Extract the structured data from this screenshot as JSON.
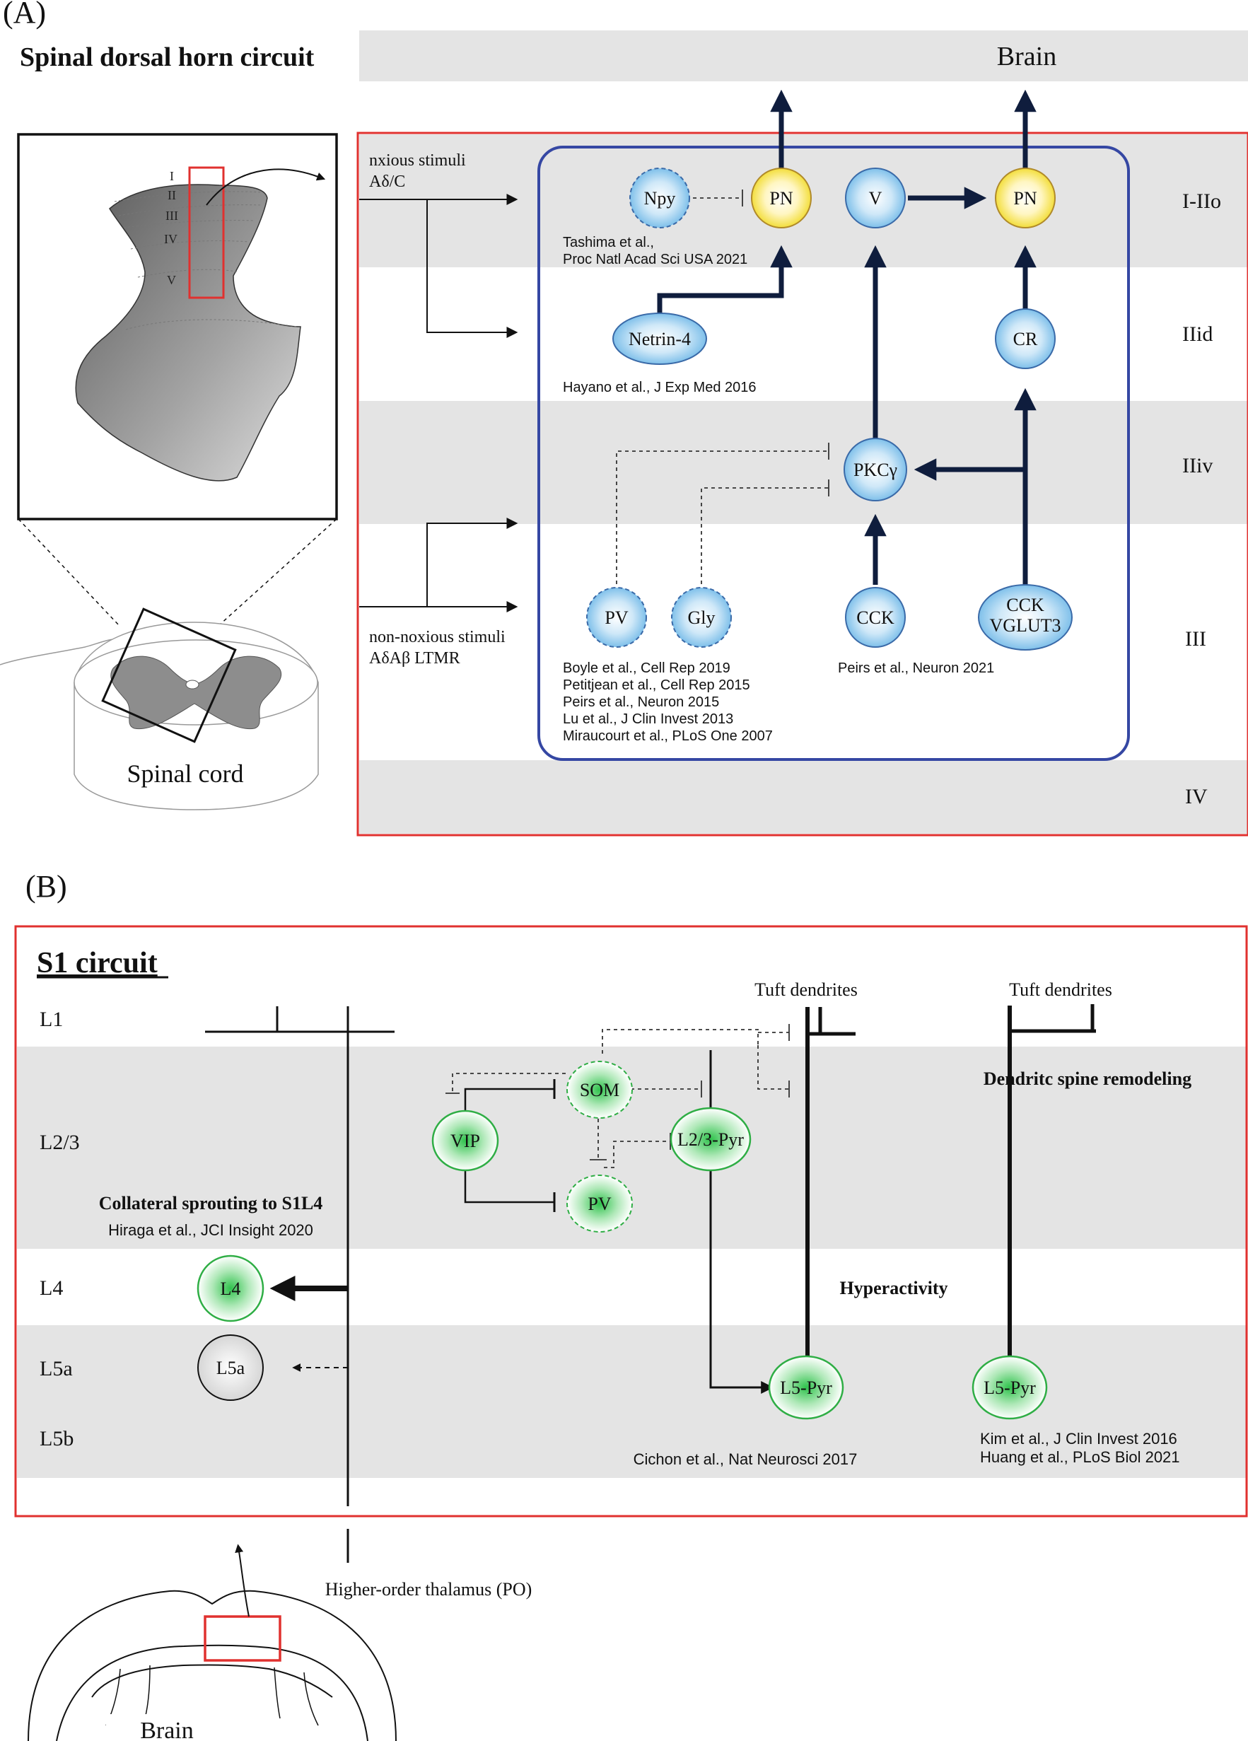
{
  "panel_a": {
    "letter": "(A)",
    "title": "Spinal dorsal horn circuit",
    "brain_label": "Brain",
    "inset_laminae": [
      "I",
      "II",
      "III",
      "IV",
      "V"
    ],
    "spinal_cord_label": "Spinal cord",
    "stimuli": {
      "noxious_line1": "nxious stimuli",
      "noxious_line2": "Aδ/C",
      "non_noxious_line1": "non-noxious stimuli",
      "non_noxious_line2": "AδAβ LTMR"
    },
    "layers": {
      "l1": "I-IIo",
      "l2": "IIid",
      "l3": "IIiv",
      "l4": "III",
      "l5": "IV"
    },
    "nodes": {
      "npy": "Npy",
      "pn_left": "PN",
      "v": "V",
      "pn_right": "PN",
      "netrin": "Netrin-4",
      "cr": "CR",
      "pkc": "PKCγ",
      "pv": "PV",
      "gly": "Gly",
      "cck": "CCK",
      "cck_vglut3_line1": "CCK",
      "cck_vglut3_line2": "VGLUT3"
    },
    "refs": {
      "tashima_1": "Tashima et al.,",
      "tashima_2": "Proc Natl Acad Sci USA 2021",
      "hayano": "Hayano et al., J Exp Med 2016",
      "boyle": "Boyle et al., Cell Rep 2019",
      "petitjean": "Petitjean et al., Cell Rep 2015",
      "peirs2015": "Peirs et al., Neuron 2015",
      "lu": "Lu et al., J Clin Invest 2013",
      "miraucourt": "Miraucourt et al., PLoS One 2007",
      "peirs2021": "Peirs et al., Neuron 2021"
    }
  },
  "panel_b": {
    "letter": "(B)",
    "title": "S1 circuit",
    "layers": {
      "l1": "L1",
      "l23": "L2/3",
      "l4": "L4",
      "l5a": "L5a",
      "l5b": "L5b"
    },
    "tuft_left": "Tuft dendrites",
    "tuft_right": "Tuft dendrites",
    "spine_note": "Dendritc spine remodeling",
    "sprouting_note": "Collateral sprouting to S1L4",
    "hiraga": "Hiraga et al., JCI Insight 2020",
    "hyperactivity": "Hyperactivity",
    "nodes": {
      "som": "SOM",
      "vip": "VIP",
      "pyr23": "L2/3-Pyr",
      "pv": "PV",
      "l4": "L4",
      "l5a": "L5a",
      "l5pyr_left": "L5-Pyr",
      "l5pyr_right": "L5-Pyr"
    },
    "refs": {
      "cichon": "Cichon et al., Nat Neurosci 2017",
      "kim": "Kim et al., J Clin Invest 2016",
      "huang": "Huang et al., PLoS Biol 2021"
    },
    "thalamus": "Higher-order thalamus (PO)",
    "brain_label": "Brain"
  },
  "colors": {
    "red_frame": "#e0312f",
    "blue_frame": "#3547a3",
    "band_gray": "#e4e4e4",
    "arrow_navy": "#0f1d3d",
    "pn_yellow": "#f6e34a",
    "blue_cell": "#8fc7ec",
    "green_cell": "#4ccc5e"
  }
}
